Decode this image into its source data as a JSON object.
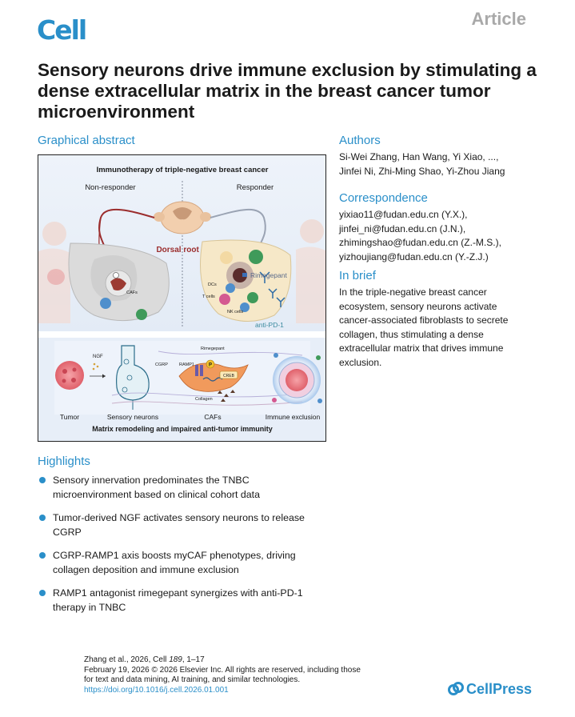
{
  "journal": "Cell",
  "article_type": "Article",
  "title": "Sensory neurons drive immune exclusion by stimulating a dense extracellular matrix in the breast cancer tumor microenvironment",
  "graphical_abstract": {
    "heading": "Graphical abstract",
    "top_title": "Immunotherapy of triple-negative breast cancer",
    "non_responder": "Non-responder",
    "responder": "Responder",
    "drg": "Dorsal root ganglia",
    "cafs": "CAFs",
    "rimegepant": "Rimegepant",
    "dcs": "DCs",
    "t_cells": "T cells",
    "nk_cells": "NK cells",
    "anti_pd1": "anti-PD-1",
    "ngf": "NGF",
    "cgrp": "CGRP",
    "ramp1": "RAMP1",
    "rimegepant_small": "Rimegepant",
    "creb": "CREB",
    "collagen": "Collagen",
    "p_label": "P",
    "bottom_labels": [
      "Tumor",
      "Sensory neurons",
      "CAFs",
      "Immune exclusion"
    ],
    "bottom_title": "Matrix remodeling and impaired anti-tumor immunity"
  },
  "authors": {
    "heading": "Authors",
    "lines": [
      "Si-Wei Zhang, Han Wang, Yi Xiao, ...,",
      "Jinfei Ni, Zhi-Ming Shao, Yi-Zhou Jiang"
    ]
  },
  "correspondence": {
    "heading": "Correspondence",
    "lines": [
      "yixiao11@fudan.edu.cn (Y.X.),",
      "jinfei_ni@fudan.edu.cn (J.N.),",
      "zhimingshao@fudan.edu.cn (Z.-M.S.),",
      "yizhoujiang@fudan.edu.cn (Y.-Z.J.)"
    ]
  },
  "in_brief": {
    "heading": "In brief",
    "lines": [
      "In the triple-negative breast cancer",
      "ecosystem, sensory neurons activate",
      "cancer-associated fibroblasts to secrete",
      "collagen, thus stimulating a dense",
      "extracellular matrix that drives immune",
      "exclusion."
    ]
  },
  "highlights": {
    "heading": "Highlights",
    "items": [
      {
        "lines": [
          "Sensory innervation predominates the TNBC",
          "microenvironment based on clinical cohort data"
        ]
      },
      {
        "lines": [
          "Tumor-derived NGF activates sensory neurons to release",
          "CGRP"
        ]
      },
      {
        "lines": [
          "CGRP-RAMP1 axis boosts myCAF phenotypes, driving",
          "collagen deposition and immune exclusion"
        ]
      },
      {
        "lines": [
          "RAMP1 antagonist rimegepant synergizes with anti-PD-1",
          "therapy in TNBC"
        ]
      }
    ]
  },
  "citation": {
    "line1_prefix": "Zhang et al., 2026, Cell ",
    "volume": "189",
    "pages": ", 1–17",
    "line2": "February 19, 2026 © 2026 Elsevier Inc. All rights are reserved, including those",
    "line3": "for text and data mining, AI training, and similar technologies.",
    "doi": "https://doi.org/10.1016/j.cell.2026.01.001"
  },
  "publisher": "CellPress",
  "colors": {
    "accent": "#2a8fc9",
    "muted": "#a9a9a9"
  }
}
